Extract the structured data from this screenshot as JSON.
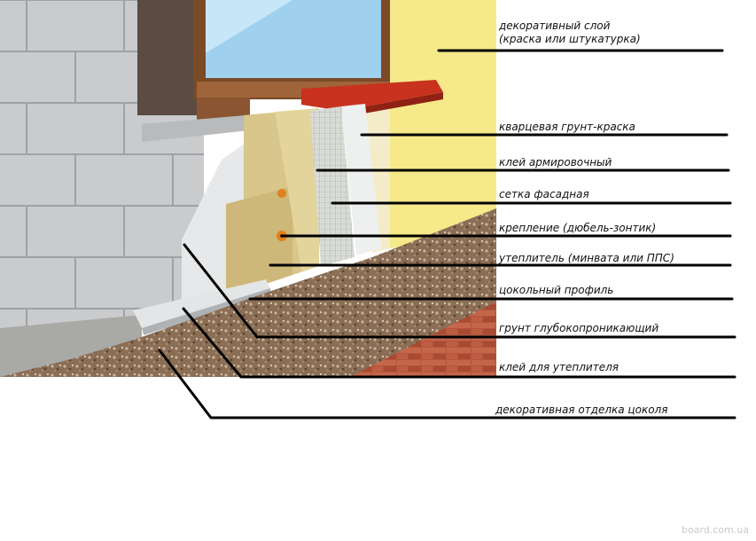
{
  "labels": [
    {
      "line1": "декоративный слой",
      "line2": "(краска или штукатурка)"
    },
    {
      "line1": "кварцевая грунт-краска"
    },
    {
      "line1": "клей армировочный"
    },
    {
      "line1": "сетка фасадная"
    },
    {
      "line1": "крепление (дюбель-зонтик)"
    },
    {
      "line1": "утеплитель (минвата или ППС)"
    },
    {
      "line1": "цокольный профиль"
    },
    {
      "line1": "грунт глубокопроникающий"
    },
    {
      "line1": "клей для утеплителя"
    },
    {
      "line1": "декоративная отделка цоколя"
    }
  ],
  "watermark": "board.com.ua",
  "colors": {
    "block": "#c9cbcd",
    "mortar": "#9fa2a5",
    "plaster": "#f6e98a",
    "insulation": "#d8c68a",
    "gravel": "#8a6e55",
    "paving": "#b4553c",
    "sill": "#c8321e",
    "frame": "#7b4a27",
    "glass": "#9fd0ee",
    "leader": "#000000"
  }
}
